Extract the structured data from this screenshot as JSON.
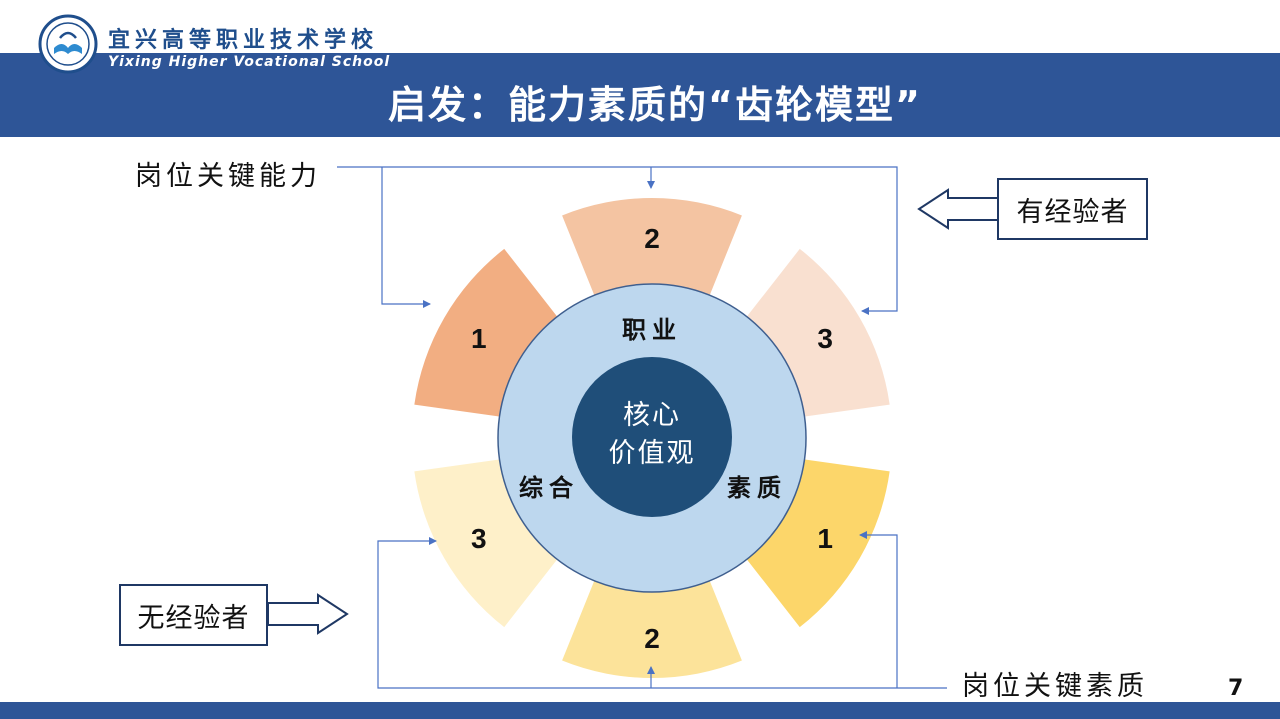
{
  "header": {
    "school_name_cn": "宜兴高等职业技术学校",
    "school_name_en": "Yixing Higher Vocational School",
    "title": "启发：能力素质的“齿轮模型”"
  },
  "diagram": {
    "ring_labels": {
      "top": "职业",
      "left": "综合",
      "right": "素质"
    },
    "core": {
      "line1": "核心",
      "line2": "价值观"
    },
    "teeth": [
      {
        "label": "2",
        "color": "#f4c4a2"
      },
      {
        "label": "3",
        "color": "#f9e0d0"
      },
      {
        "label": "1",
        "color": "#fcd66a"
      },
      {
        "label": "2",
        "color": "#fce39a"
      },
      {
        "label": "3",
        "color": "#fef0c9"
      },
      {
        "label": "1",
        "color": "#f2ae82"
      }
    ],
    "ability_label": "岗位关键能力",
    "quality_label": "岗位关键素质",
    "experienced_label": "有经验者",
    "inexperienced_label": "无经验者"
  },
  "colors": {
    "band": "#2e5597",
    "ring": "#bdd7ee",
    "core": "#1f4e79",
    "connector": "#4a72c4"
  },
  "page_number": "7"
}
